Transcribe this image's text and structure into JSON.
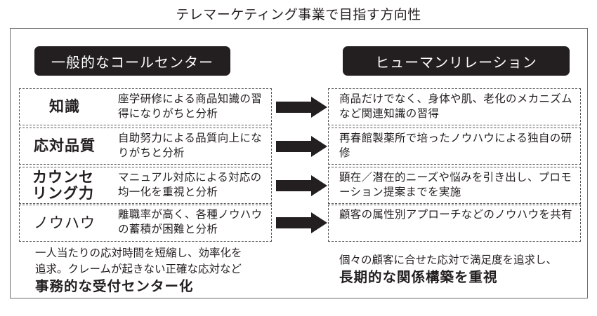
{
  "title": "テレマーケティング事業で目指す方向性",
  "left_header": "一般的なコールセンター",
  "right_header": "ヒューマンリレーション",
  "rows": [
    {
      "label": "知識",
      "left_desc": "座学研修による商品知識の習得になりがちと分析",
      "right_desc": "商品だけでなく、身体や肌、老化のメカニズムなど関連知識の習得"
    },
    {
      "label": "応対品質",
      "left_desc": "自助努力による品質向上になりがちと分析",
      "right_desc": "再春館製薬所で培ったノウハウによる独自の研修"
    },
    {
      "label": "カウンセリング力",
      "left_desc": "マニュアル対応による対応の均一化を重視と分析",
      "right_desc": "顕在／潜在的ニーズや悩みを引き出し、プロモーション提案までを実施"
    },
    {
      "label": "ノウハウ",
      "left_desc": "離職率が高く、各種ノウハウの蓄積が困難と分析",
      "right_desc": "顧客の属性別アプローチなどのノウハウを共有"
    }
  ],
  "left_summary": {
    "line1": "一人当たりの応対時間を短縮し、効率化を",
    "line2": "追求。クレームが起きない正確な応対など",
    "emphasis": "事務的な受付センター化"
  },
  "right_summary": {
    "line1": "個々の顧客に合せた応対で満足度を追求し、",
    "emphasis": "長期的な関係構築を重視"
  },
  "arrow_icon": "right-arrow-icon",
  "colors": {
    "dark": "#231f20",
    "border": "#6d6d6d",
    "background": "#ffffff"
  }
}
